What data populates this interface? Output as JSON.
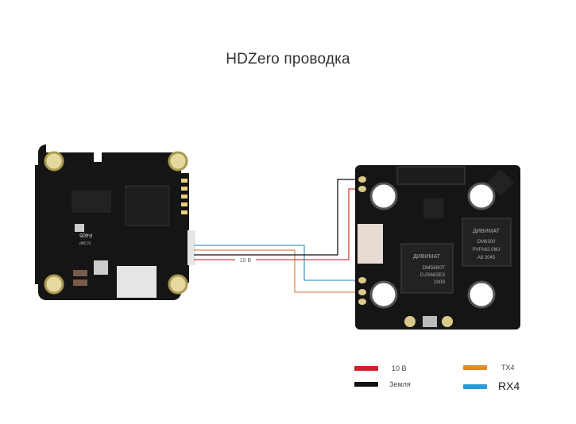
{
  "title": "HDZero проводка",
  "wire_label": "10 В",
  "fc_board": {
    "name": "F405",
    "brand": "KCMP"
  },
  "vtx_board": {
    "chip1": {
      "brand": "ДИВИМАТ",
      "lines": [
        "DM5680T",
        "DJS682E3",
        "1909"
      ]
    },
    "chip2": {
      "brand": "ДИВИМАТ",
      "lines": [
        "DM6300",
        "PVFA62.0MJ",
        "A8 2045"
      ]
    }
  },
  "legend": [
    {
      "label": "10 В",
      "color": "#d0202a"
    },
    {
      "label": "Земля",
      "color": "#111111"
    },
    {
      "label": "TX4",
      "color": "#e08a2a"
    },
    {
      "label": "RX4",
      "color": "#2a9ad8"
    }
  ],
  "colors": {
    "red": "#d0202a",
    "black": "#111111",
    "orange": "#e08a2a",
    "blue": "#2a9ad8",
    "pcb": "#161616",
    "pad": "#d9c98a"
  }
}
